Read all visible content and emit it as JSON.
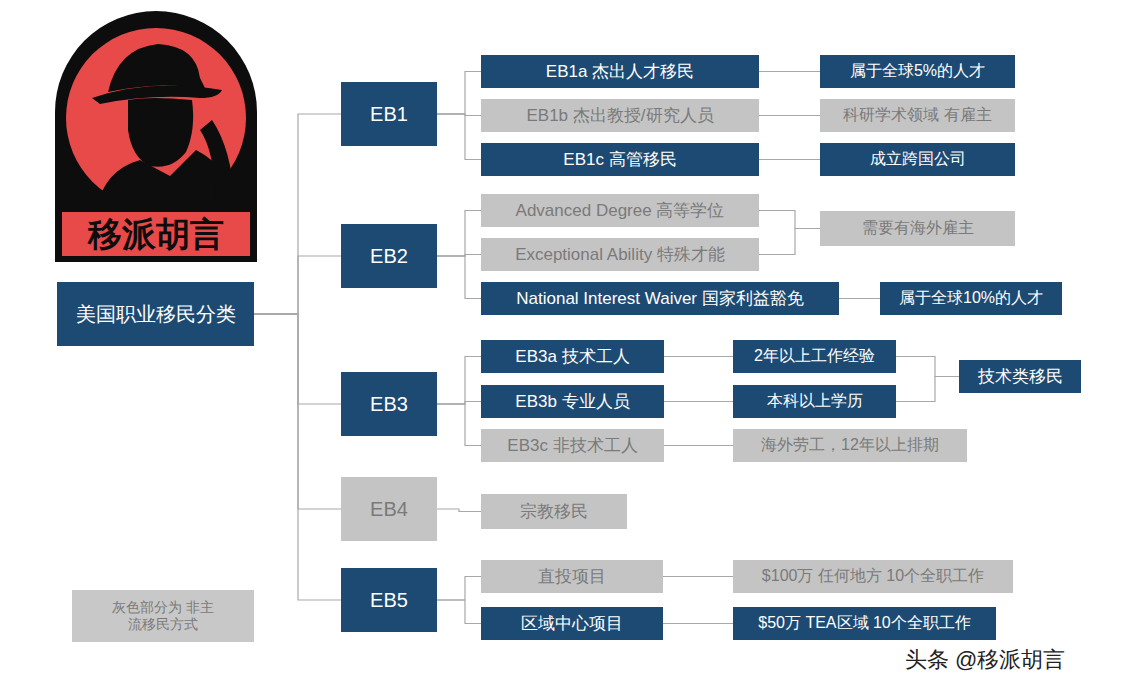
{
  "diagram": {
    "nodes": [
      {
        "text": [
          "美国职业移民分类"
        ]
      },
      {
        "text": [
          "EB1"
        ]
      },
      {
        "text": [
          "EB1a 杰出人才移民"
        ]
      },
      {
        "text": [
          "属于全球5%的人才"
        ]
      },
      {
        "text": [
          "EB1b 杰出教授/研究人员"
        ]
      },
      {
        "text": [
          "科研学术领域  有雇主"
        ]
      },
      {
        "text": [
          "EB1c 高管移民"
        ]
      },
      {
        "text": [
          "成立跨国公司"
        ]
      },
      {
        "text": [
          "EB2"
        ]
      },
      {
        "text": [
          "Advanced Degree  高等学位"
        ]
      },
      {
        "text": [
          "Exceptional Ability 特殊才能"
        ]
      },
      {
        "text": [
          "需要有海外雇主"
        ]
      },
      {
        "text": [
          "National Interest Waiver 国家利益豁免"
        ]
      },
      {
        "text": [
          "属于全球10%的人才"
        ]
      },
      {
        "text": [
          "EB3"
        ]
      },
      {
        "text": [
          "EB3a 技术工人"
        ]
      },
      {
        "text": [
          "2年以上工作经验"
        ]
      },
      {
        "text": [
          "EB3b 专业人员"
        ]
      },
      {
        "text": [
          "本科以上学历"
        ]
      },
      {
        "text": [
          "技术类移民"
        ]
      },
      {
        "text": [
          "EB3c 非技术工人"
        ]
      },
      {
        "text": [
          "海外劳工，12年以上排期"
        ]
      },
      {
        "text": [
          "EB4"
        ]
      },
      {
        "text": [
          "宗教移民"
        ]
      },
      {
        "text": [
          "EB5"
        ]
      },
      {
        "text": [
          "直投项目"
        ]
      },
      {
        "text": [
          "$100万  任何地方  10个全职工作"
        ]
      },
      {
        "text": [
          "区域中心项目"
        ]
      },
      {
        "text": [
          "$50万  TEA区域  10个全职工作"
        ]
      },
      {
        "text": [
          "灰色部分为 非主流移民方式"
        ]
      }
    ],
    "edges": [
      {
        "from": 0,
        "to": 1,
        "arrow": "none"
      },
      {
        "from": 0,
        "to": 8,
        "arrow": "none"
      },
      {
        "from": 0,
        "to": 14,
        "arrow": "none"
      },
      {
        "from": 0,
        "to": 22,
        "arrow": "none"
      },
      {
        "from": 0,
        "to": 24,
        "arrow": "none"
      },
      {
        "from": 1,
        "to": 2,
        "arrow": "none"
      },
      {
        "from": 1,
        "to": 4,
        "arrow": "none"
      },
      {
        "from": 1,
        "to": 6,
        "arrow": "none"
      },
      {
        "from": 2,
        "to": 3,
        "arrow": "none"
      },
      {
        "from": 4,
        "to": 5,
        "arrow": "none"
      },
      {
        "from": 6,
        "to": 7,
        "arrow": "none"
      },
      {
        "from": 8,
        "to": 9,
        "arrow": "none"
      },
      {
        "from": 8,
        "to": 10,
        "arrow": "none"
      },
      {
        "from": 8,
        "to": 12,
        "arrow": "none"
      },
      {
        "from": 9,
        "to": 11,
        "arrow": "none"
      },
      {
        "from": 10,
        "to": 11,
        "arrow": "none"
      },
      {
        "from": 12,
        "to": 13,
        "arrow": "none"
      },
      {
        "from": 14,
        "to": 15,
        "arrow": "none"
      },
      {
        "from": 14,
        "to": 17,
        "arrow": "none"
      },
      {
        "from": 14,
        "to": 20,
        "arrow": "none"
      },
      {
        "from": 15,
        "to": 16,
        "arrow": "none"
      },
      {
        "from": 17,
        "to": 18,
        "arrow": "none"
      },
      {
        "from": 16,
        "to": 19,
        "arrow": "none"
      },
      {
        "from": 18,
        "to": 19,
        "arrow": "none"
      },
      {
        "from": 20,
        "to": 21,
        "arrow": "none"
      },
      {
        "from": 22,
        "to": 23,
        "arrow": "none"
      },
      {
        "from": 24,
        "to": 25,
        "arrow": "none"
      },
      {
        "from": 24,
        "to": 27,
        "arrow": "none"
      },
      {
        "from": 25,
        "to": 26,
        "arrow": "none"
      },
      {
        "from": 27,
        "to": 28,
        "arrow": "none"
      }
    ],
    "labels": [
      "移派胡言",
      "头条 @移派胡言"
    ]
  }
}
